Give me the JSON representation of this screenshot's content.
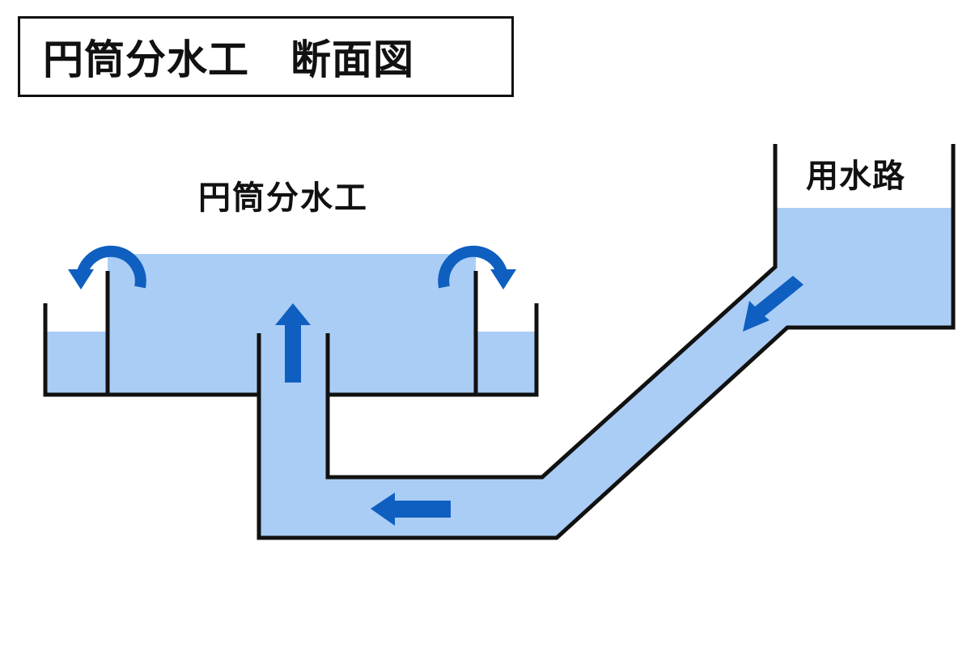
{
  "title": "円筒分水工　断面図",
  "labels": {
    "bunsuiko": "円筒分水工",
    "yosuiro": "用水路"
  },
  "colors": {
    "water": "#aacdf6",
    "arrow": "#0f5fc0",
    "line": "#111111"
  },
  "icons": {
    "flow_arrow": "arrow",
    "overflow_arrow": "curved-arrow"
  }
}
